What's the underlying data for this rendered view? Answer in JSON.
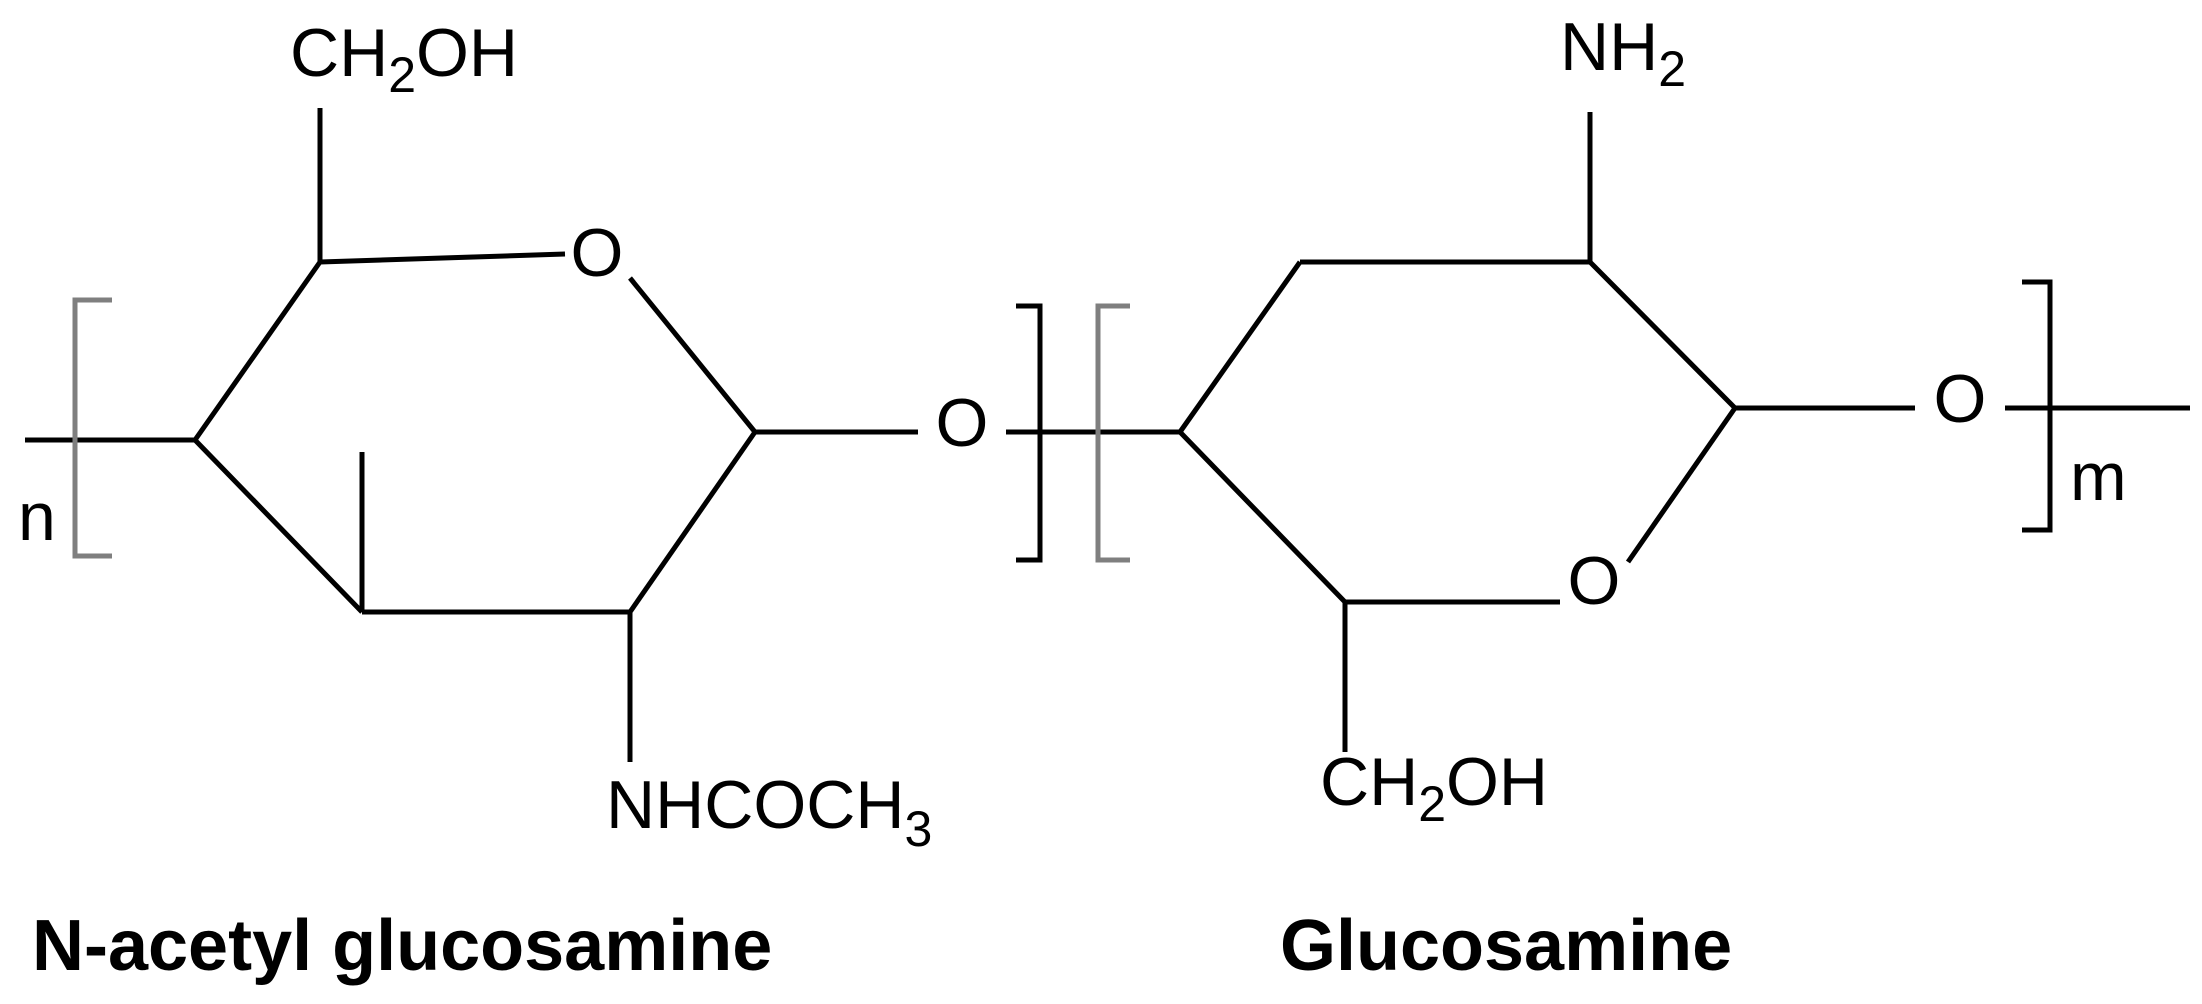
{
  "left_unit": {
    "name": "N-acetyl glucosamine",
    "top_group": {
      "main": "CH",
      "sub": "2",
      "tail": "OH"
    },
    "ring_oxygen": "O",
    "bottom_group": {
      "main": "NHCOCH",
      "sub": "3"
    },
    "repeat_index": "n"
  },
  "linking_oxygen": "O",
  "right_unit": {
    "name": "Glucosamine",
    "top_group": {
      "main": "NH",
      "sub": "2"
    },
    "ring_oxygen": "O",
    "bottom_group": {
      "main": "CH",
      "sub": "2",
      "tail": "OH"
    },
    "linking_oxygen": "O",
    "repeat_index": "m"
  },
  "colors": {
    "bonds": "#000000",
    "open_brackets": "#7f7f7f",
    "text": "#000000"
  }
}
